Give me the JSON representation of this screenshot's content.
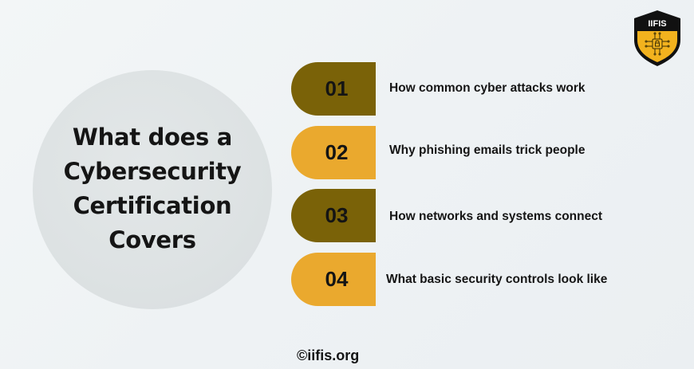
{
  "logo": {
    "text": "IIFIS",
    "icon": "shield-chip-lock-icon",
    "colors": {
      "shield_outer": "#111111",
      "shield_inner": "#f2b21e",
      "text": "#ffffff"
    }
  },
  "hero": {
    "title_lines": [
      "What does a",
      "Cybersecurity",
      "Certification",
      "Covers"
    ]
  },
  "items": [
    {
      "number": "01",
      "text": "How common cyber attacks work",
      "color": "#7a6208"
    },
    {
      "number": "02",
      "text": "Why phishing emails trick people",
      "color": "#eaa92e"
    },
    {
      "number": "03",
      "text": "How networks and systems connect",
      "color": "#7a6208"
    },
    {
      "number": "04",
      "text": "What basic security controls look like",
      "color": "#eaa92e"
    }
  ],
  "footer": {
    "text": "©iifis.org"
  }
}
